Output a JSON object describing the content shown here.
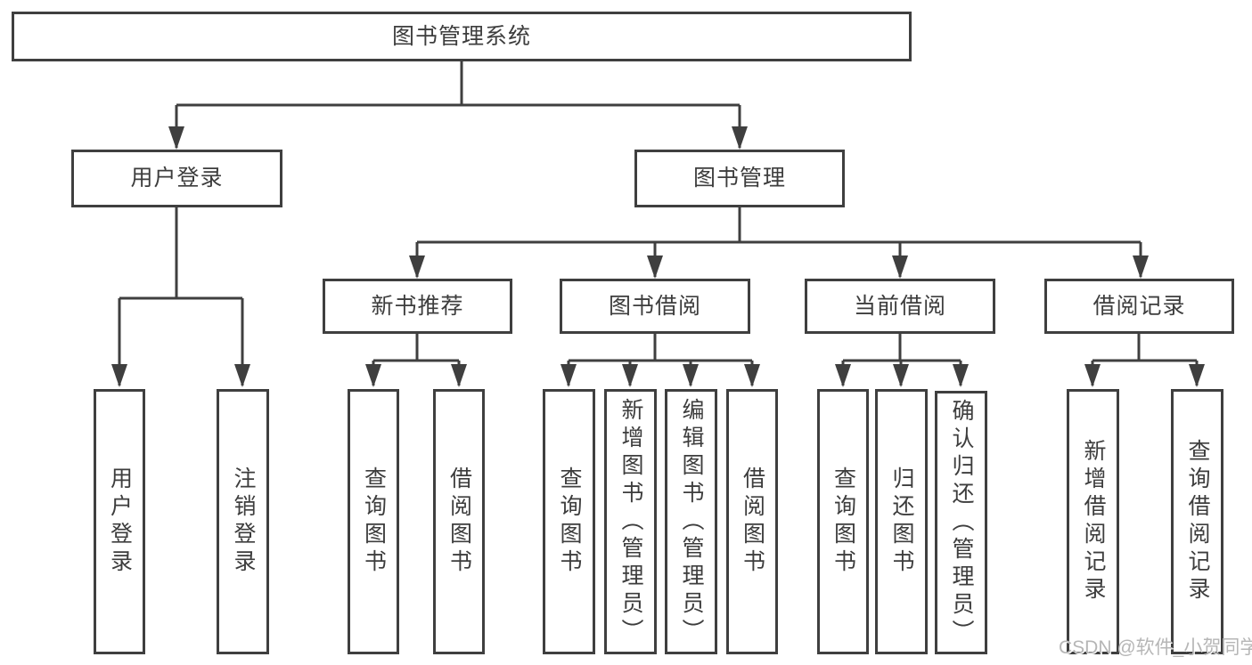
{
  "tree": {
    "label": "图书管理系统",
    "children": [
      {
        "label": "用户登录",
        "children": [
          {
            "label": "用户登录"
          },
          {
            "label": "注销登录"
          }
        ]
      },
      {
        "label": "图书管理",
        "children": [
          {
            "label": "新书推荐",
            "children": [
              {
                "label": "查询图书"
              },
              {
                "label": "借阅图书"
              }
            ]
          },
          {
            "label": "图书借阅",
            "children": [
              {
                "label": "查询图书"
              },
              {
                "label": "新增图书（管理员）"
              },
              {
                "label": "编辑图书（管理员）"
              },
              {
                "label": "借阅图书"
              }
            ]
          },
          {
            "label": "当前借阅",
            "children": [
              {
                "label": "查询图书"
              },
              {
                "label": "归还图书"
              },
              {
                "label": "确认归还（管理员）"
              }
            ]
          },
          {
            "label": "借阅记录",
            "children": [
              {
                "label": "新增借阅记录"
              },
              {
                "label": "查询借阅记录"
              }
            ]
          }
        ]
      }
    ]
  },
  "watermark": {
    "text": "CSDN @软件_小贺同学"
  },
  "colors": {
    "line": "#3f3f3f",
    "box_border": "#3f3f3f",
    "text": "#3d3d3d",
    "watermark": "#b6b6b6",
    "background": "#ffffff"
  }
}
